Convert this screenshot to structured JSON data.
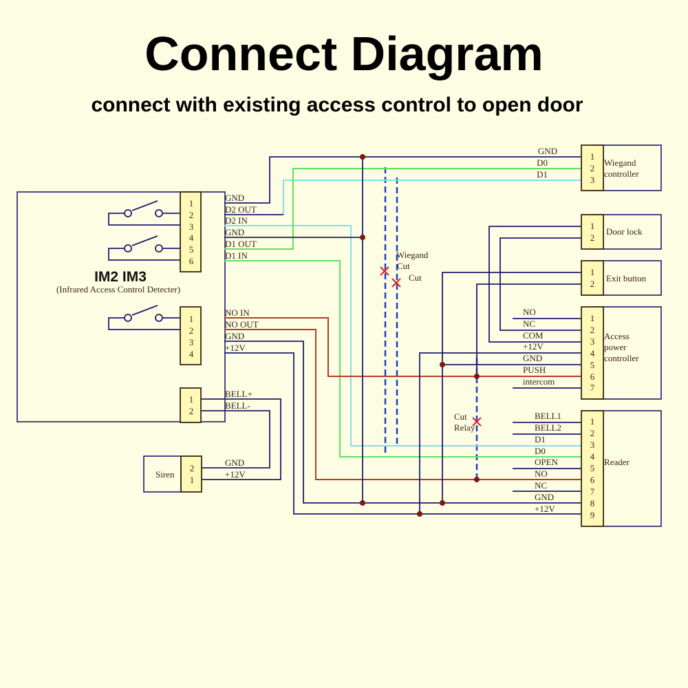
{
  "title": "Connect Diagram",
  "subtitle": "connect with existing access control to open door",
  "colors": {
    "background": "#fdfde4",
    "wire_blue": "#1c1c6e",
    "wire_green": "#5ee05e",
    "wire_cyan": "#7fe0e8",
    "wire_red": "#b83a22",
    "terminal_fill": "#fff9b8",
    "cut_mark": "#e02020",
    "dashed_line": "#1a3fbf"
  },
  "detector": {
    "name": "IM2 IM3",
    "description": "(Infrared Access Control Detecter)",
    "block1": {
      "pins": [
        "1",
        "2",
        "3",
        "4",
        "5",
        "6"
      ],
      "labels": [
        "GND",
        "D2  OUT",
        "D2  IN",
        "GND",
        "D1  OUT",
        "D1  IN"
      ]
    },
    "block2": {
      "pins": [
        "1",
        "2",
        "3",
        "4"
      ],
      "labels": [
        "NO  IN",
        "NO  OUT",
        "GND",
        "+12V"
      ]
    },
    "block3": {
      "pins": [
        "1",
        "2"
      ],
      "labels": [
        "BELL+",
        "BELL-"
      ]
    }
  },
  "siren": {
    "name": "Siren",
    "pins": [
      "2",
      "1"
    ],
    "labels": [
      "GND",
      "+12V"
    ]
  },
  "wiegand_controller": {
    "name_line1": "Wiegand",
    "name_line2": "controller",
    "pins": [
      "1",
      "2",
      "3"
    ],
    "labels": [
      "GND",
      "D0",
      "D1"
    ]
  },
  "door_lock": {
    "name": "Door lock",
    "pins": [
      "1",
      "2"
    ]
  },
  "exit_button": {
    "name": "Exit button",
    "pins": [
      "1",
      "2"
    ]
  },
  "access_power_controller": {
    "name_line1": "Access",
    "name_line2": "power",
    "name_line3": "controller",
    "pins": [
      "1",
      "2",
      "3",
      "4",
      "5",
      "6",
      "7"
    ],
    "labels": [
      "NO",
      "NC",
      "COM",
      "+12V",
      "GND",
      "PUSH",
      "intercom"
    ]
  },
  "reader": {
    "name": "Reader",
    "pins": [
      "1",
      "2",
      "3",
      "4",
      "5",
      "6",
      "7",
      "8",
      "9"
    ],
    "labels": [
      "BELL1",
      "BELL2",
      "D1",
      "D0",
      "OPEN",
      "NO",
      "NC",
      "GND",
      "+12V"
    ]
  },
  "annotations": {
    "wiegand_cut_line1": "Wiegand",
    "wiegand_cut_line2": "Cut",
    "wiegand_cut_line3": "Cut",
    "relay_cut_line1": "Cut",
    "relay_cut_line2": "Relay"
  }
}
